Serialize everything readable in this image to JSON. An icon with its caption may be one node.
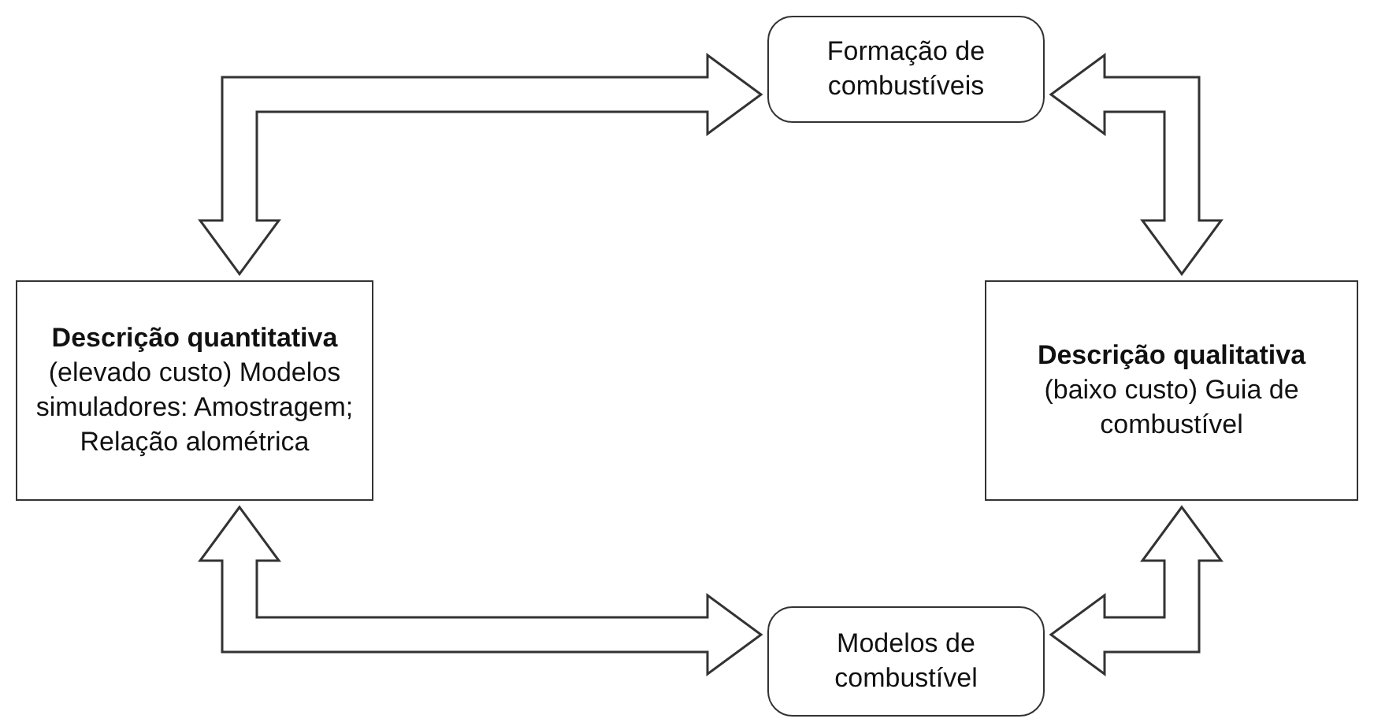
{
  "diagram": {
    "nodes": [
      {
        "text": [
          "Formação de combustíveis"
        ]
      },
      {
        "text": [
          "Descrição quantitativa",
          "(elevado custo) Modelos simuladores: Amostragem; Relação alométrica"
        ]
      },
      {
        "text": [
          "Descrição qualitativa",
          "(baixo custo) Guia de combustível"
        ]
      },
      {
        "text": [
          "Modelos de combustível"
        ]
      }
    ],
    "edges": [
      {
        "from": 0,
        "to": 1,
        "arrow": "both"
      },
      {
        "from": 0,
        "to": 2,
        "arrow": "both"
      },
      {
        "from": 1,
        "to": 3,
        "arrow": "both"
      },
      {
        "from": 2,
        "to": 3,
        "arrow": "both"
      }
    ]
  }
}
